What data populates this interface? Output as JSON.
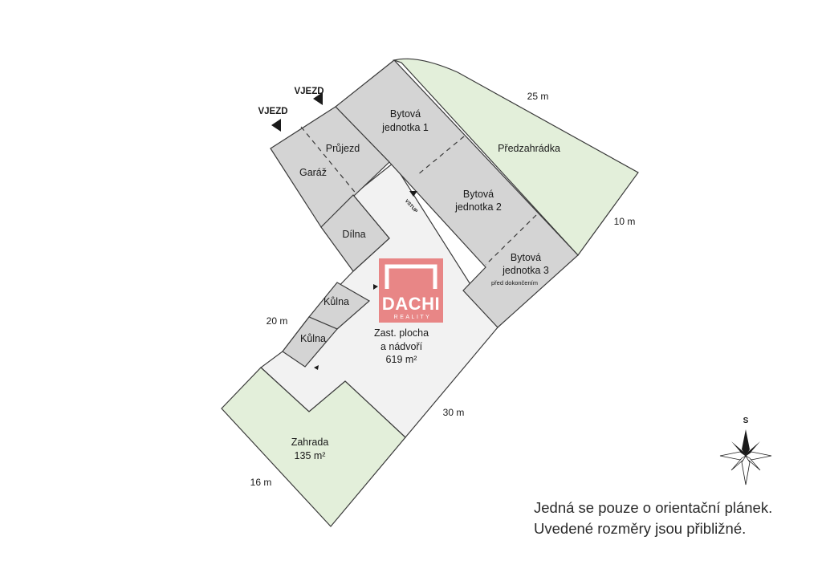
{
  "colors": {
    "building": "#d4d4d4",
    "courtyard": "#f2f2f2",
    "garden": "#e3efda",
    "outline": "#3a3a3a",
    "logo": "#e88686",
    "text": "#1a1a1a"
  },
  "entrances": [
    {
      "label": "VJEZD"
    },
    {
      "label": "VJEZD"
    }
  ],
  "rooms": {
    "bytova1": [
      "Bytová",
      "jednotka 1"
    ],
    "bytova2": [
      "Bytová",
      "jednotka 2"
    ],
    "bytova3": [
      "Bytová",
      "jednotka 3"
    ],
    "bytova3_note": "před dokončením",
    "predzahradka": "Předzahrádka",
    "prujezd": "Průjezd",
    "garaz": "Garáž",
    "dilna": "Dílna",
    "kulna1": "Kůlna",
    "kulna2": "Kůlna",
    "courtyard": [
      "Zast. plocha",
      "a nádvoří",
      "619 m²"
    ],
    "garden": [
      "Zahrada",
      "135 m²"
    ]
  },
  "vstup": "VSTUP",
  "dimensions": {
    "top": "25 m",
    "right": "10 m",
    "left": "20 m",
    "bottom_right": "30 m",
    "bottom_left": "16 m"
  },
  "logo": {
    "name": "DACHI",
    "sub": "REALITY"
  },
  "compass": {
    "label": "S",
    "icon": "compass-rose-icon"
  },
  "note": {
    "line1": "Jedná se pouze o orientační plánek.",
    "line2": "Uvedené rozměry jsou přibližné."
  }
}
